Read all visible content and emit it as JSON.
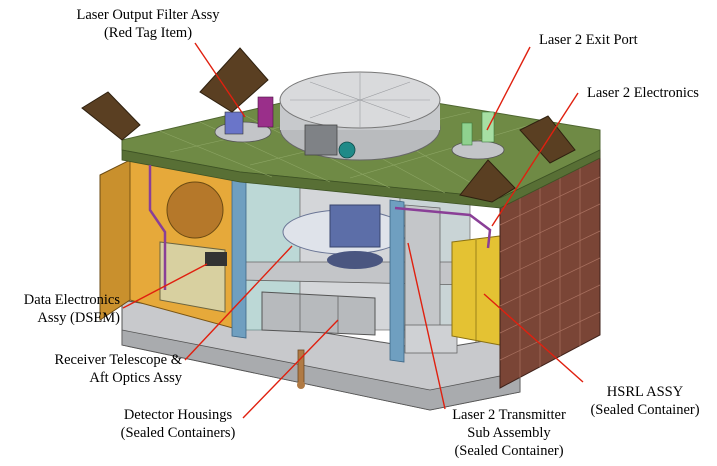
{
  "diagram": {
    "labels": {
      "laser_output_filter": [
        "Laser Output Filter Assy",
        "(Red Tag Item)"
      ],
      "laser2_exit_port": [
        "Laser 2 Exit Port"
      ],
      "laser2_electronics": [
        "Laser 2 Electronics"
      ],
      "data_electronics": [
        "Data Electronics",
        "Assy (DSEM)"
      ],
      "receiver_telescope": [
        "Receiver Telescope &",
        "Aft Optics Assy"
      ],
      "detector_housings": [
        "Detector Housings",
        "(Sealed Containers)"
      ],
      "laser2_transmitter": [
        "Laser 2 Transmitter",
        "Sub Assembly",
        "(Sealed Container)"
      ],
      "hsrl_assy": [
        "HSRL ASSY",
        "(Sealed Container)"
      ]
    },
    "colors": {
      "leader": "#e0200f",
      "deck": "#6f8a45",
      "deck_edge": "#4f6630",
      "side_panel": "#7a4536",
      "side_panel_grid": "#a8705f",
      "frame_light": "#d9dadc",
      "frame_mid": "#b9bbbe",
      "inner_wall": "#bcd8d6",
      "yellow_box": "#e4c233",
      "orange_panel": "#e2a43a",
      "blue_post": "#6f9fc0",
      "lid": "#cfd0d3",
      "telescope": "#5c6ea8",
      "purple": "#8a3f97"
    }
  }
}
